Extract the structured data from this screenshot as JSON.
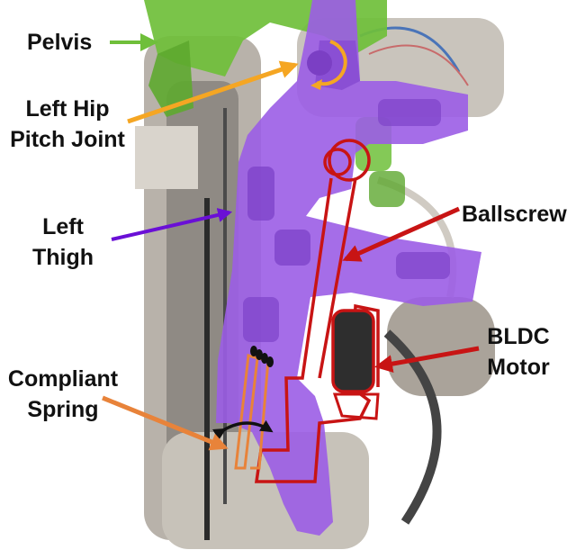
{
  "labels": {
    "pelvis": "Pelvis",
    "left_hip_1": "Left Hip",
    "left_hip_2": "Pitch Joint",
    "left_thigh_1": "Left",
    "left_thigh_2": "Thigh",
    "ballscrew": "Ballscrew",
    "bldc_1": "BLDC",
    "bldc_2": "Motor",
    "spring_1": "Compliant",
    "spring_2": "Spring"
  },
  "colors": {
    "pelvis": "#6fbf3a",
    "hip": "#f5a623",
    "thigh": "#9b5de5",
    "thigh_arrow": "#6a0fd6",
    "ballscrew": "#c81414",
    "spring": "#e8833a",
    "background": "#ffffff"
  }
}
